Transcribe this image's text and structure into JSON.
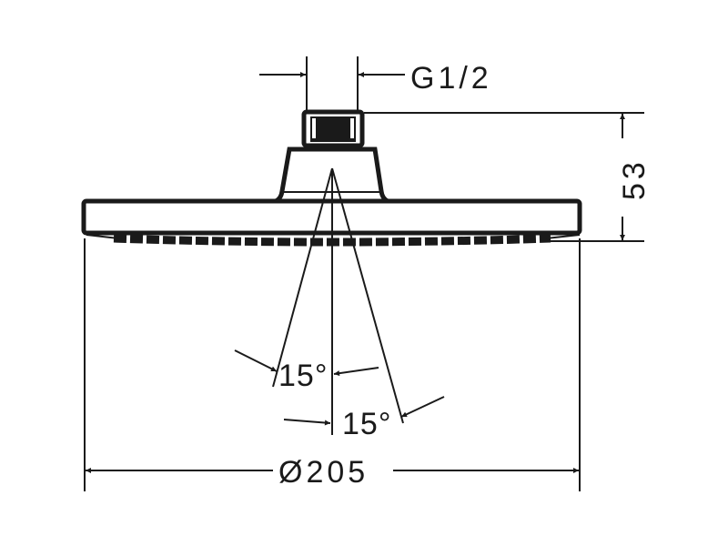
{
  "dimensions": {
    "thread": "G1/2",
    "height": "53",
    "diameter": "Ø205",
    "angle_inner": "15°",
    "angle_outer": "15°"
  },
  "colors": {
    "line": "#1a1a1a",
    "background": "#ffffff"
  }
}
